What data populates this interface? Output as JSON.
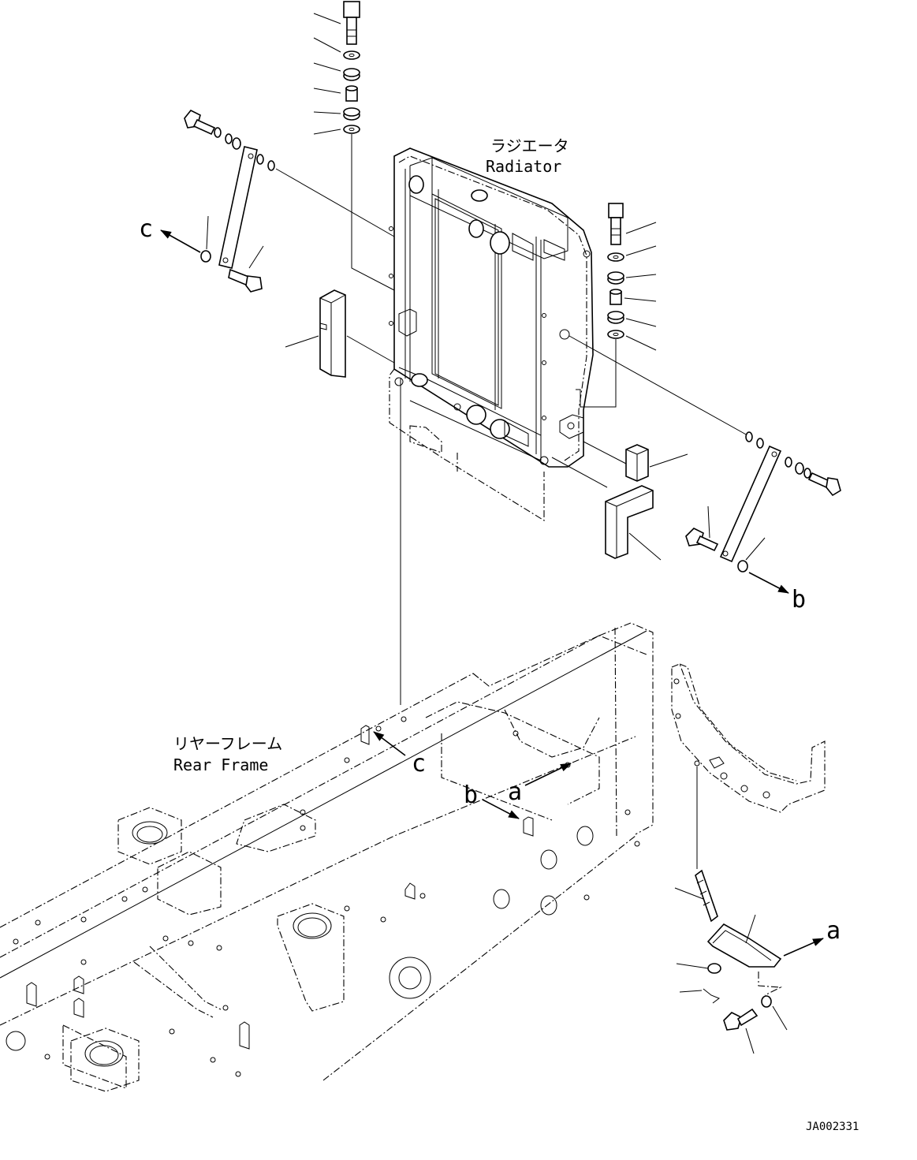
{
  "labels": {
    "radiator_jp": "ラジエータ",
    "radiator_en": "Radiator",
    "rear_frame_jp": "リヤーフレーム",
    "rear_frame_en": "Rear Frame",
    "ref_a1": "a",
    "ref_a2": "a",
    "ref_b1": "b",
    "ref_b2": "b",
    "ref_c1": "c",
    "ref_c2": "c",
    "drawing_code": "JA002331"
  },
  "icons": {
    "arrow": "arrowhead-icon",
    "bolt": "bolt-icon",
    "washer": "washer-icon"
  },
  "colors": {
    "line": "#000000",
    "background": "#ffffff"
  }
}
